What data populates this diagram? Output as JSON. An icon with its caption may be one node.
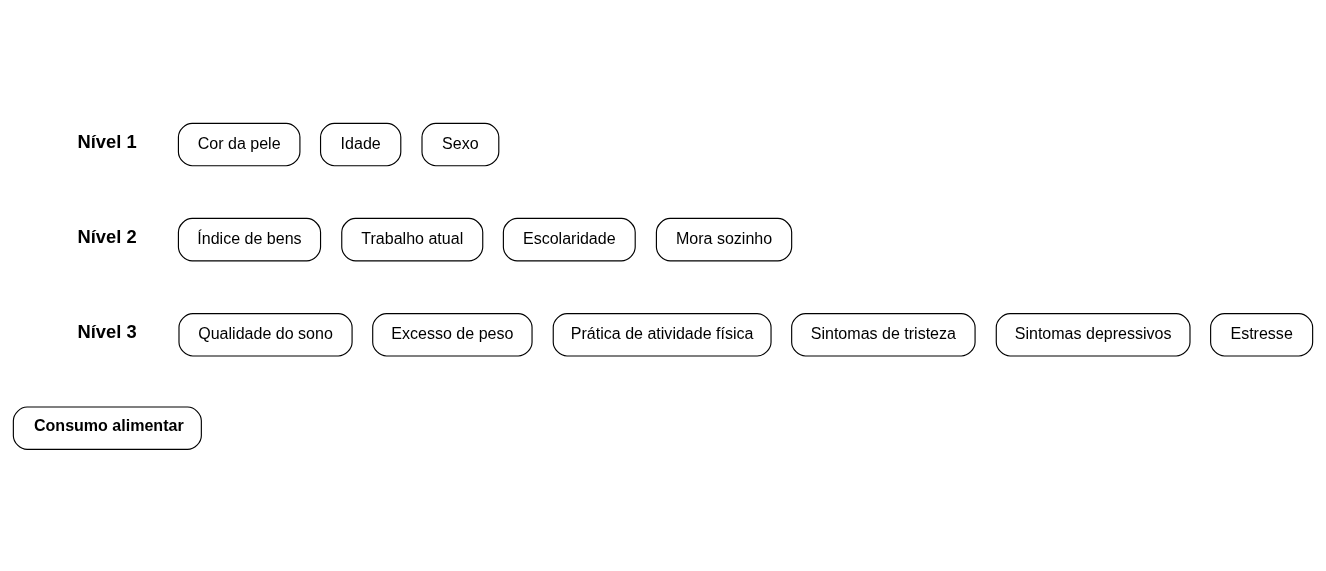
{
  "diagram": {
    "nodes": [
      {
        "text": [
          "Cor da pele"
        ]
      },
      {
        "text": [
          "Idade"
        ]
      },
      {
        "text": [
          "Sexo"
        ]
      },
      {
        "text": [
          "Índice de bens"
        ]
      },
      {
        "text": [
          "Trabalho atual"
        ]
      },
      {
        "text": [
          "Escolaridade"
        ]
      },
      {
        "text": [
          "Mora sozinho"
        ]
      },
      {
        "text": [
          "Qualidade do sono"
        ]
      },
      {
        "text": [
          "Excesso de peso"
        ]
      },
      {
        "text": [
          "Prática de atividade física"
        ]
      },
      {
        "text": [
          "Sintomas de tristeza"
        ]
      },
      {
        "text": [
          "Sintomas depressivos"
        ]
      },
      {
        "text": [
          "Estresse"
        ]
      },
      {
        "text": [
          "Consumo alimentar"
        ]
      }
    ],
    "edges": [],
    "labels": [
      "Nível 1",
      "Nível 2",
      "Nível 3"
    ]
  }
}
